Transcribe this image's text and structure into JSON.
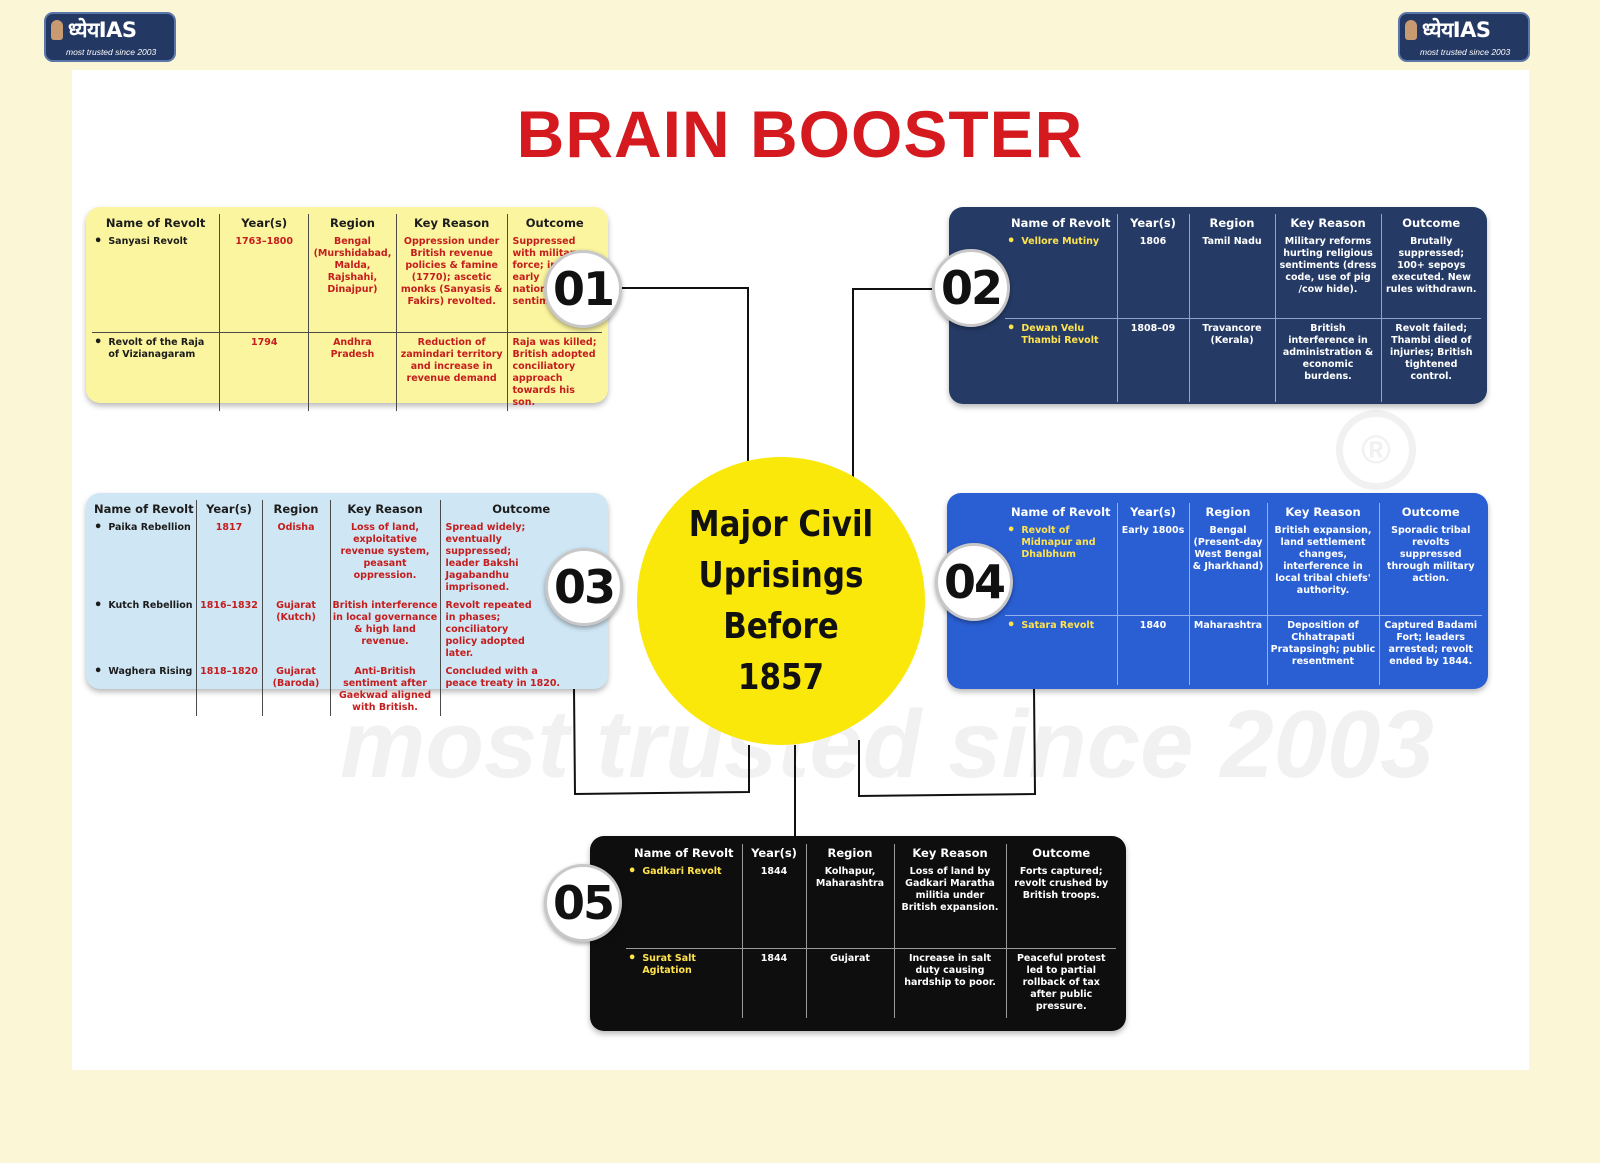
{
  "logos": {
    "name": "ध्येयIAS",
    "tagline": "most trusted since 2003"
  },
  "watermark": {
    "tagline": "most trusted since 2003",
    "registered": "®"
  },
  "title": "BRAIN BOOSTER",
  "center": "Major Civil Uprisings Before 1857",
  "columns": [
    "Name of Revolt",
    "Year(s)",
    "Region",
    "Key Reason",
    "Outcome"
  ],
  "colors": {
    "title": "#d41a1f",
    "card1": "#fbf59f",
    "card2": "#253b66",
    "card3": "#cfe6f4",
    "card4": "#2a5fd4",
    "card5": "#0e0e0e",
    "center": "#fae80a",
    "highlight_name": "#ffe34d"
  },
  "groups": [
    {
      "number": "01",
      "rows": [
        {
          "name": "Sanyasi Revolt",
          "years": "1763–1800",
          "region": "Bengal (Murshidabad, Malda, Rajshahi, Dinajpur)",
          "reason": "Oppression under British revenue policies & famine (1770); ascetic monks (Sanyasis & Fakirs) revolted.",
          "outcome": "Suppressed with military force; inspired early nationalist sentiment."
        },
        {
          "name": "Revolt of the Raja of Vizianagaram",
          "years": "1794",
          "region": "Andhra Pradesh",
          "reason": "Reduction of zamindari territory and increase in revenue demand",
          "outcome": "Raja was killed; British adopted conciliatory approach towards his son."
        }
      ]
    },
    {
      "number": "02",
      "rows": [
        {
          "name": "Vellore Mutiny",
          "years": "1806",
          "region": "Tamil Nadu",
          "reason": "Military reforms hurting religious sentiments (dress code, use of pig /cow hide).",
          "outcome": "Brutally suppressed; 100+ sepoys executed. New rules withdrawn."
        },
        {
          "name": "Dewan Velu Thambi Revolt",
          "years": "1808–09",
          "region": "Travancore (Kerala)",
          "reason": "British interference in administration & economic burdens.",
          "outcome": "Revolt failed; Thambi died of injuries; British tightened control."
        }
      ]
    },
    {
      "number": "03",
      "rows": [
        {
          "name": "Paika Rebellion",
          "years": "1817",
          "region": "Odisha",
          "reason": "Loss of land, exploitative revenue system, peasant oppression.",
          "outcome": "Spread widely; eventually suppressed; leader Bakshi Jagabandhu imprisoned."
        },
        {
          "name": "Kutch Rebellion",
          "years": "1816–1832",
          "region": "Gujarat (Kutch)",
          "reason": "British interference in local governance & high land revenue.",
          "outcome": "Revolt repeated in phases; conciliatory policy adopted later."
        },
        {
          "name": "Waghera Rising",
          "years": "1818–1820",
          "region": "Gujarat (Baroda)",
          "reason": "Anti-British sentiment after Gaekwad aligned with British.",
          "outcome": "Concluded with a peace treaty in 1820."
        }
      ]
    },
    {
      "number": "04",
      "rows": [
        {
          "name": "Revolt of Midnapur and Dhalbhum",
          "years": "Early 1800s",
          "region": "Bengal (Present-day West Bengal & Jharkhand)",
          "reason": "British expansion, land settlement changes, interference in local tribal chiefs' authority.",
          "outcome": "Sporadic tribal revolts suppressed through military action."
        },
        {
          "name": "Satara Revolt",
          "years": "1840",
          "region": "Maharashtra",
          "reason": "Deposition of Chhatrapati Pratapsingh; public resentment",
          "outcome": "Captured Badami Fort; leaders arrested; revolt ended by 1844."
        }
      ]
    },
    {
      "number": "05",
      "rows": [
        {
          "name": "Gadkari Revolt",
          "years": "1844",
          "region": "Kolhapur, Maharashtra",
          "reason": "Loss of land by Gadkari Maratha militia under British expansion.",
          "outcome": "Forts captured; revolt crushed by British troops."
        },
        {
          "name": "Surat Salt Agitation",
          "years": "1844",
          "region": "Gujarat",
          "reason": "Increase in salt duty causing hardship to poor.",
          "outcome": "Peaceful protest led to partial rollback of tax after public pressure."
        }
      ]
    }
  ]
}
